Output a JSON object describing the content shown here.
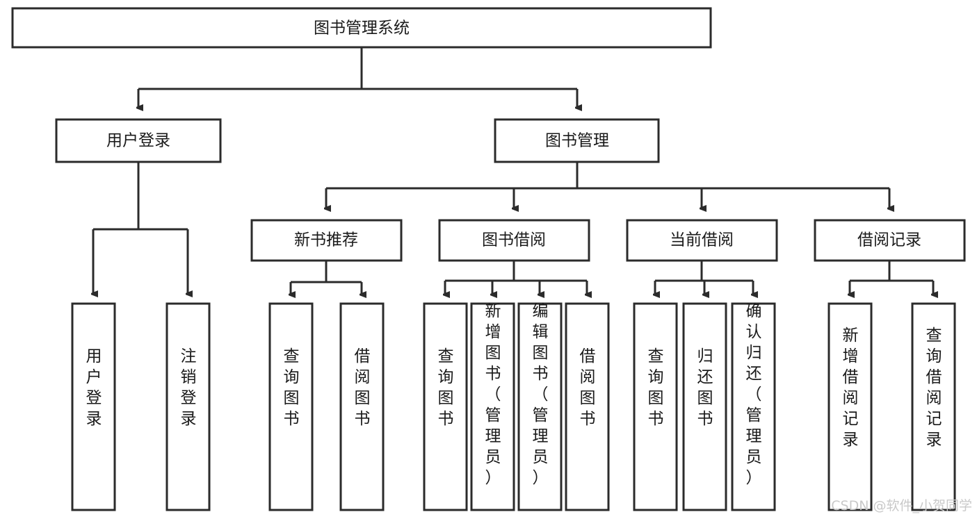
{
  "diagram": {
    "type": "tree-hierarchy",
    "title": "图书管理系统",
    "orientation": "top-down",
    "colors": {
      "box_fill": "#ffffff",
      "box_stroke": "#2b2b2b",
      "text": "#1a1a1a",
      "watermark": "#c9c9c9",
      "background": "#ffffff"
    },
    "nodes": {
      "root": {
        "label": "图书管理系统",
        "level": 0
      },
      "level1": [
        {
          "id": "user-login",
          "label": "用户登录"
        },
        {
          "id": "book-management",
          "label": "图书管理"
        }
      ],
      "level2": [
        {
          "id": "new-book-recommend",
          "label": "新书推荐",
          "parent": "book-management"
        },
        {
          "id": "book-borrow",
          "label": "图书借阅",
          "parent": "book-management"
        },
        {
          "id": "current-borrow",
          "label": "当前借阅",
          "parent": "book-management"
        },
        {
          "id": "borrow-record",
          "label": "借阅记录",
          "parent": "book-management"
        }
      ],
      "leaves": {
        "user-login": [
          {
            "id": "leaf-user-login",
            "label": "用户登录"
          },
          {
            "id": "leaf-user-logout",
            "label": "注销登录"
          }
        ],
        "new-book-recommend": [
          {
            "id": "leaf-query-book-1",
            "label": "查询图书"
          },
          {
            "id": "leaf-borrow-book-1",
            "label": "借阅图书"
          }
        ],
        "book-borrow": [
          {
            "id": "leaf-query-book-2",
            "label": "查询图书"
          },
          {
            "id": "leaf-add-book",
            "label": "新增图书（管理员）"
          },
          {
            "id": "leaf-edit-book",
            "label": "编辑图书（管理员）"
          },
          {
            "id": "leaf-borrow-book-2",
            "label": "借阅图书"
          }
        ],
        "current-borrow": [
          {
            "id": "leaf-query-book-3",
            "label": "查询图书"
          },
          {
            "id": "leaf-return-book",
            "label": "归还图书"
          },
          {
            "id": "leaf-confirm-return",
            "label": "确认归还（管理员）"
          }
        ],
        "borrow-record": [
          {
            "id": "leaf-add-record",
            "label": "新增借阅记录"
          },
          {
            "id": "leaf-query-record",
            "label": "查询借阅记录"
          }
        ]
      }
    }
  },
  "watermark": {
    "text": "CSDN @软件_小贺同学"
  }
}
